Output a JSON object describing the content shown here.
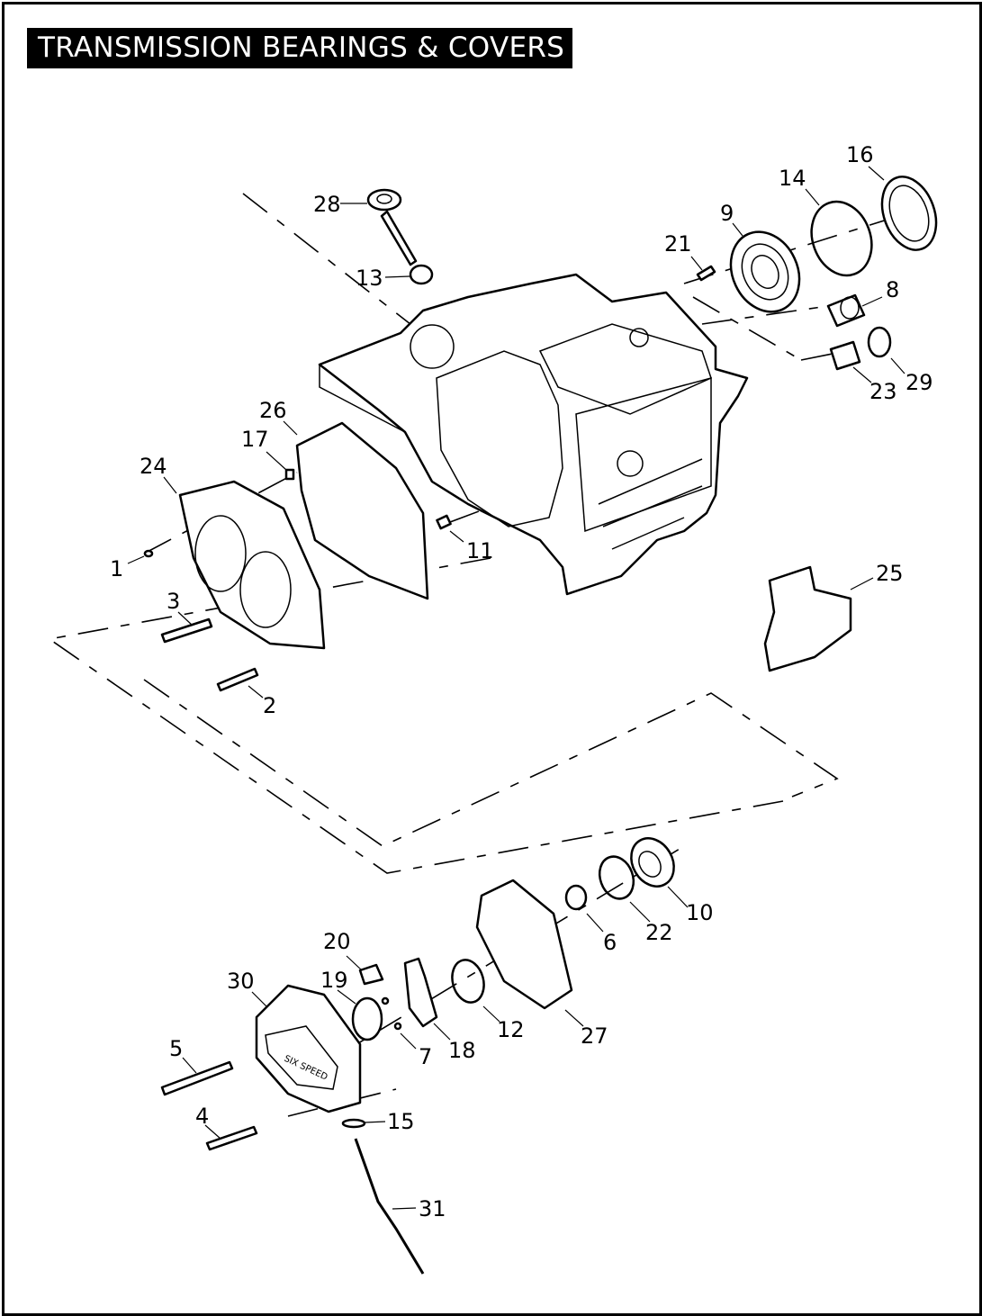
{
  "title": "TRANSMISSION BEARINGS & COVERS",
  "cover_text": "SIX SPEED",
  "callouts": [
    {
      "id": "c1",
      "label": "1"
    },
    {
      "id": "c2",
      "label": "2"
    },
    {
      "id": "c3",
      "label": "3"
    },
    {
      "id": "c4",
      "label": "4"
    },
    {
      "id": "c5",
      "label": "5"
    },
    {
      "id": "c6",
      "label": "6"
    },
    {
      "id": "c7",
      "label": "7"
    },
    {
      "id": "c8",
      "label": "8"
    },
    {
      "id": "c9",
      "label": "9"
    },
    {
      "id": "c10",
      "label": "10"
    },
    {
      "id": "c11",
      "label": "11"
    },
    {
      "id": "c12",
      "label": "12"
    },
    {
      "id": "c13",
      "label": "13"
    },
    {
      "id": "c14",
      "label": "14"
    },
    {
      "id": "c15",
      "label": "15"
    },
    {
      "id": "c16",
      "label": "16"
    },
    {
      "id": "c17",
      "label": "17"
    },
    {
      "id": "c18",
      "label": "18"
    },
    {
      "id": "c19",
      "label": "19"
    },
    {
      "id": "c20",
      "label": "20"
    },
    {
      "id": "c21",
      "label": "21"
    },
    {
      "id": "c22",
      "label": "22"
    },
    {
      "id": "c23",
      "label": "23"
    },
    {
      "id": "c24",
      "label": "24"
    },
    {
      "id": "c25",
      "label": "25"
    },
    {
      "id": "c26",
      "label": "26"
    },
    {
      "id": "c27",
      "label": "27"
    },
    {
      "id": "c28",
      "label": "28"
    },
    {
      "id": "c29",
      "label": "29"
    },
    {
      "id": "c30",
      "label": "30"
    },
    {
      "id": "c31",
      "label": "31"
    }
  ]
}
